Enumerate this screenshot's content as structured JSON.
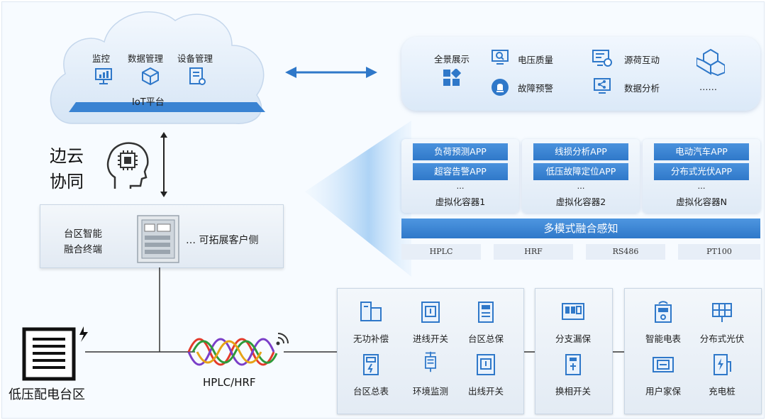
{
  "cloud": {
    "items": [
      {
        "label": "监控",
        "icon": "monitor-chart-icon"
      },
      {
        "label": "数据管理",
        "icon": "cube-icon"
      },
      {
        "label": "设备管理",
        "icon": "document-gear-icon"
      }
    ],
    "platform_label": "IoT平台"
  },
  "apps_panel": {
    "items": [
      {
        "label": "全景展示",
        "icon": "grid-apps-icon"
      },
      {
        "label": "电压质量",
        "icon": "monitor-search-icon"
      },
      {
        "label": "故障预警",
        "icon": "alarm-bulb-icon"
      },
      {
        "label": "源荷互动",
        "icon": "monitor-gear-icon"
      },
      {
        "label": "数据分析",
        "icon": "share-monitor-icon"
      }
    ],
    "more": "……"
  },
  "edge_cloud": {
    "label_line1": "边云",
    "label_line2": "协同"
  },
  "containers": [
    {
      "app1": "负荷预测APP",
      "app2": "超容告警APP",
      "dots": "…",
      "name": "虚拟化容器1"
    },
    {
      "app1": "线损分析APP",
      "app2": "低压故障定位APP",
      "dots": "…",
      "name": "虚拟化容器2"
    },
    {
      "app1": "电动汽车APP",
      "app2": "分布式光伏APP",
      "dots": "…",
      "name": "虚拟化容器N"
    }
  ],
  "fusion_bar": "多模式融合感知",
  "protocols": [
    "HPLC",
    "HRF",
    "RS486",
    "PT100"
  ],
  "terminal": {
    "line1": "台区智能",
    "line2": "融合终端",
    "expand": "… 可拓展客户侧"
  },
  "station_label": "低压配电台区",
  "comm_label": "HPLC/HRF",
  "devices": {
    "group1": [
      {
        "label": "无功补偿",
        "icon": "compensator-icon"
      },
      {
        "label": "进线开关",
        "icon": "switch-icon"
      },
      {
        "label": "台区总保",
        "icon": "protector-icon"
      },
      {
        "label": "台区总表",
        "icon": "meter-icon"
      },
      {
        "label": "环境监测",
        "icon": "sensor-icon"
      },
      {
        "label": "出线开关",
        "icon": "switch-icon"
      }
    ],
    "group2": [
      {
        "label": "分支漏保",
        "icon": "leakage-protector-icon"
      },
      {
        "label": "换相开关",
        "icon": "phase-switch-icon"
      }
    ],
    "group3": [
      {
        "label": "智能电表",
        "icon": "smart-meter-icon"
      },
      {
        "label": "分布式光伏",
        "icon": "solar-panel-icon"
      },
      {
        "label": "用户家保",
        "icon": "home-protector-icon"
      },
      {
        "label": "充电桩",
        "icon": "charging-pile-icon"
      }
    ]
  },
  "colors": {
    "accent": "#2f78c9",
    "bar": "#4a92dd",
    "line": "#333333"
  }
}
